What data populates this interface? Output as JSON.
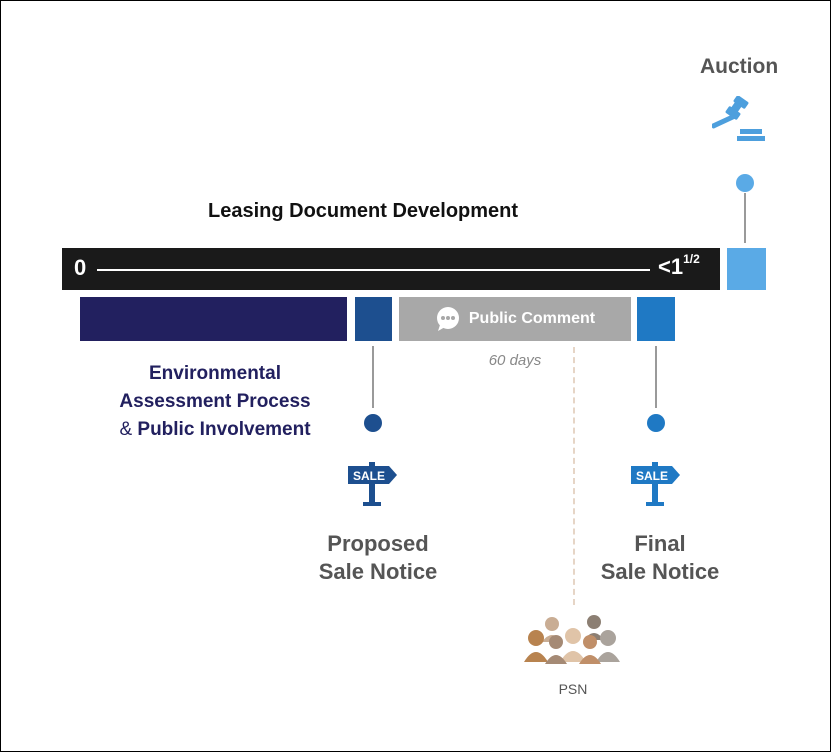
{
  "auction": {
    "title": "Auction",
    "gavel_icon": "gavel-icon",
    "color": "#5aaae6"
  },
  "leasing": {
    "title": "Leasing Document Development"
  },
  "timeline": {
    "start_label": "0",
    "end_label": "<1",
    "end_fraction": "1/2",
    "bar_color": "#1a1a1a"
  },
  "segments": {
    "environmental_color": "#22205f",
    "proposed_color": "#1d4f8f",
    "public_comment": {
      "label": "Public Comment",
      "icon": "speech-bubble-icon",
      "color": "#a8a8a8",
      "duration": "60 days"
    },
    "final_color": "#1f79c4"
  },
  "environmental": {
    "line1": "Environmental",
    "line2": "Assessment Process",
    "amp": "& ",
    "line3": "Public Involvement"
  },
  "proposed_notice": {
    "line1": "Proposed",
    "line2": "Sale Notice",
    "sign_text": "SALE"
  },
  "final_notice": {
    "line1": "Final",
    "line2": "Sale Notice",
    "sign_text": "SALE"
  },
  "psn": {
    "label": "PSN",
    "icon": "people-group-icon"
  }
}
